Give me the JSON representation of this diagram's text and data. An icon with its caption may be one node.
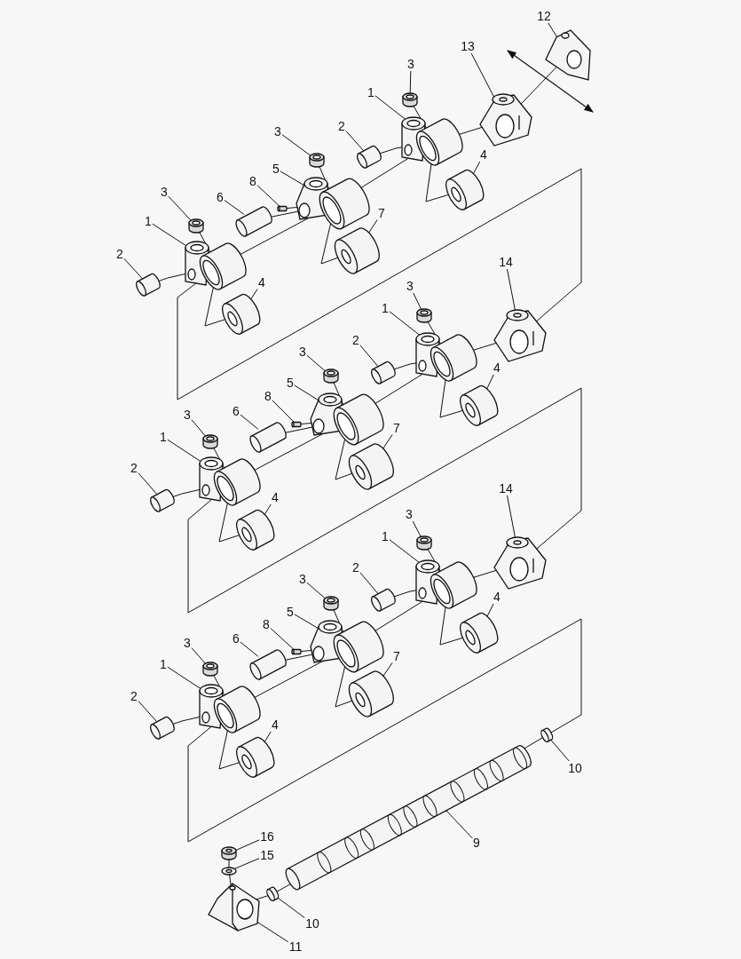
{
  "diagram": {
    "nodes": [
      {
        "text": [
          "12"
        ]
      },
      {
        "text": [
          "13"
        ]
      },
      {
        "text": [
          "3"
        ]
      },
      {
        "text": [
          "1"
        ]
      },
      {
        "text": [
          "2"
        ]
      },
      {
        "text": [
          "4"
        ]
      },
      {
        "text": [
          "3"
        ]
      },
      {
        "text": [
          "5"
        ]
      },
      {
        "text": [
          "8"
        ]
      },
      {
        "text": [
          "6"
        ]
      },
      {
        "text": [
          "7"
        ]
      },
      {
        "text": [
          "3"
        ]
      },
      {
        "text": [
          "1"
        ]
      },
      {
        "text": [
          "2"
        ]
      },
      {
        "text": [
          "4"
        ]
      },
      {
        "text": [
          "14"
        ]
      },
      {
        "text": [
          "3"
        ]
      },
      {
        "text": [
          "1"
        ]
      },
      {
        "text": [
          "2"
        ]
      },
      {
        "text": [
          "4"
        ]
      },
      {
        "text": [
          "3"
        ]
      },
      {
        "text": [
          "5"
        ]
      },
      {
        "text": [
          "8"
        ]
      },
      {
        "text": [
          "6"
        ]
      },
      {
        "text": [
          "7"
        ]
      },
      {
        "text": [
          "3"
        ]
      },
      {
        "text": [
          "1"
        ]
      },
      {
        "text": [
          "2"
        ]
      },
      {
        "text": [
          "4"
        ]
      },
      {
        "text": [
          "14"
        ]
      },
      {
        "text": [
          "3"
        ]
      },
      {
        "text": [
          "1"
        ]
      },
      {
        "text": [
          "2"
        ]
      },
      {
        "text": [
          "4"
        ]
      },
      {
        "text": [
          "3"
        ]
      },
      {
        "text": [
          "5"
        ]
      },
      {
        "text": [
          "8"
        ]
      },
      {
        "text": [
          "6"
        ]
      },
      {
        "text": [
          "7"
        ]
      },
      {
        "text": [
          "3"
        ]
      },
      {
        "text": [
          "1"
        ]
      },
      {
        "text": [
          "2"
        ]
      },
      {
        "text": [
          "4"
        ]
      },
      {
        "text": [
          "10"
        ]
      },
      {
        "text": [
          "9"
        ]
      },
      {
        "text": [
          "16"
        ]
      },
      {
        "text": [
          "15"
        ]
      },
      {
        "text": [
          "10"
        ]
      },
      {
        "text": [
          "11"
        ]
      },
      {
        "text": [],
        "shape": "picture"
      },
      {
        "text": [],
        "shape": "picture"
      },
      {
        "text": [],
        "shape": "cylinder"
      },
      {
        "text": [],
        "shape": "picture"
      },
      {
        "text": [],
        "shape": "picture"
      },
      {
        "text": [],
        "shape": "picture"
      },
      {
        "text": [],
        "shape": "cylinder"
      },
      {
        "text": [],
        "shape": "picture"
      },
      {
        "text": [],
        "shape": "cylinder"
      },
      {
        "text": [],
        "shape": "picture"
      },
      {
        "text": [],
        "shape": "picture"
      },
      {
        "text": [],
        "shape": "cylinder"
      },
      {
        "text": [],
        "shape": "picture"
      },
      {
        "text": [],
        "shape": "picture"
      },
      {
        "text": [],
        "shape": "picture"
      },
      {
        "text": [],
        "shape": "picture"
      },
      {
        "text": [],
        "shape": "cylinder"
      },
      {
        "text": [],
        "shape": "picture"
      },
      {
        "text": [],
        "shape": "picture"
      },
      {
        "text": [],
        "shape": "picture"
      },
      {
        "text": [],
        "shape": "cylinder"
      },
      {
        "text": [],
        "shape": "picture"
      },
      {
        "text": [],
        "shape": "cylinder"
      },
      {
        "text": [],
        "shape": "picture"
      },
      {
        "text": [],
        "shape": "picture"
      },
      {
        "text": [],
        "shape": "cylinder"
      },
      {
        "text": [],
        "shape": "picture"
      },
      {
        "text": [],
        "shape": "picture"
      },
      {
        "text": [],
        "shape": "picture"
      },
      {
        "text": [],
        "shape": "picture"
      },
      {
        "text": [],
        "shape": "cylinder"
      },
      {
        "text": [],
        "shape": "picture"
      },
      {
        "text": [],
        "shape": "picture"
      },
      {
        "text": [],
        "shape": "picture"
      },
      {
        "text": [],
        "shape": "cylinder"
      },
      {
        "text": [],
        "shape": "picture"
      },
      {
        "text": [],
        "shape": "cylinder"
      },
      {
        "text": [],
        "shape": "picture"
      },
      {
        "text": [],
        "shape": "picture"
      },
      {
        "text": [],
        "shape": "cylinder"
      },
      {
        "text": [],
        "shape": "picture"
      },
      {
        "text": [],
        "shape": "picture"
      },
      {
        "text": [],
        "shape": "picture"
      },
      {
        "text": [],
        "shape": "picture"
      },
      {
        "text": [],
        "shape": "picture"
      },
      {
        "text": [],
        "shape": "cylinder"
      },
      {
        "text": [],
        "shape": "picture"
      },
      {
        "text": [],
        "shape": "picture"
      },
      {
        "text": [],
        "shape": "picture"
      }
    ],
    "edges": [
      {
        "from": 0,
        "to": 49,
        "arrow": "none"
      },
      {
        "from": 1,
        "to": 50,
        "arrow": "none"
      },
      {
        "from": 2,
        "to": 51,
        "arrow": "none"
      },
      {
        "from": 3,
        "to": 52,
        "arrow": "none"
      },
      {
        "from": 4,
        "to": 53,
        "arrow": "none"
      },
      {
        "from": 5,
        "to": 54,
        "arrow": "none"
      },
      {
        "from": 6,
        "to": 55,
        "arrow": "none"
      },
      {
        "from": 7,
        "to": 56,
        "arrow": "none"
      },
      {
        "from": 8,
        "to": 57,
        "arrow": "none"
      },
      {
        "from": 9,
        "to": 58,
        "arrow": "none"
      },
      {
        "from": 10,
        "to": 59,
        "arrow": "none"
      },
      {
        "from": 11,
        "to": 60,
        "arrow": "none"
      },
      {
        "from": 12,
        "to": 61,
        "arrow": "none"
      },
      {
        "from": 13,
        "to": 62,
        "arrow": "none"
      },
      {
        "from": 14,
        "to": 63,
        "arrow": "none"
      },
      {
        "from": 15,
        "to": 64,
        "arrow": "none"
      },
      {
        "from": 16,
        "to": 65,
        "arrow": "none"
      },
      {
        "from": 17,
        "to": 66,
        "arrow": "none"
      },
      {
        "from": 18,
        "to": 67,
        "arrow": "none"
      },
      {
        "from": 19,
        "to": 68,
        "arrow": "none"
      },
      {
        "from": 20,
        "to": 69,
        "arrow": "none"
      },
      {
        "from": 21,
        "to": 70,
        "arrow": "none"
      },
      {
        "from": 22,
        "to": 71,
        "arrow": "none"
      },
      {
        "from": 23,
        "to": 72,
        "arrow": "none"
      },
      {
        "from": 24,
        "to": 73,
        "arrow": "none"
      },
      {
        "from": 25,
        "to": 74,
        "arrow": "none"
      },
      {
        "from": 26,
        "to": 75,
        "arrow": "none"
      },
      {
        "from": 27,
        "to": 76,
        "arrow": "none"
      },
      {
        "from": 28,
        "to": 77,
        "arrow": "none"
      },
      {
        "from": 29,
        "to": 78,
        "arrow": "none"
      },
      {
        "from": 30,
        "to": 79,
        "arrow": "none"
      },
      {
        "from": 31,
        "to": 80,
        "arrow": "none"
      },
      {
        "from": 32,
        "to": 81,
        "arrow": "none"
      },
      {
        "from": 33,
        "to": 82,
        "arrow": "none"
      },
      {
        "from": 34,
        "to": 83,
        "arrow": "none"
      },
      {
        "from": 35,
        "to": 84,
        "arrow": "none"
      },
      {
        "from": 36,
        "to": 85,
        "arrow": "none"
      },
      {
        "from": 37,
        "to": 86,
        "arrow": "none"
      },
      {
        "from": 38,
        "to": 87,
        "arrow": "none"
      },
      {
        "from": 39,
        "to": 88,
        "arrow": "none"
      },
      {
        "from": 40,
        "to": 89,
        "arrow": "none"
      },
      {
        "from": 41,
        "to": 90,
        "arrow": "none"
      },
      {
        "from": 42,
        "to": 91,
        "arrow": "none"
      },
      {
        "from": 43,
        "to": 92,
        "arrow": "none"
      },
      {
        "from": 44,
        "to": 93,
        "arrow": "none"
      },
      {
        "from": 45,
        "to": 94,
        "arrow": "none"
      },
      {
        "from": 46,
        "to": 95,
        "arrow": "none"
      },
      {
        "from": 47,
        "to": 96,
        "arrow": "none"
      },
      {
        "from": 48,
        "to": 97,
        "arrow": "none"
      },
      {
        "from": 51,
        "to": 52,
        "arrow": "none"
      },
      {
        "from": 53,
        "to": 52,
        "arrow": "none"
      },
      {
        "from": 52,
        "to": 54,
        "arrow": "none"
      },
      {
        "from": 52,
        "to": 50,
        "arrow": "none"
      },
      {
        "from": 55,
        "to": 56,
        "arrow": "none"
      },
      {
        "from": 57,
        "to": 56,
        "arrow": "none"
      },
      {
        "from": 58,
        "to": 56,
        "arrow": "none"
      },
      {
        "from": 56,
        "to": 59,
        "arrow": "none"
      },
      {
        "from": 56,
        "to": 52,
        "arrow": "none"
      },
      {
        "from": 60,
        "to": 61,
        "arrow": "none"
      },
      {
        "from": 62,
        "to": 61,
        "arrow": "none"
      },
      {
        "from": 61,
        "to": 63,
        "arrow": "none"
      },
      {
        "from": 61,
        "to": 56,
        "arrow": "none"
      },
      {
        "from": 50,
        "to": 49,
        "arrow": "none"
      },
      {
        "from": 65,
        "to": 66,
        "arrow": "none"
      },
      {
        "from": 67,
        "to": 66,
        "arrow": "none"
      },
      {
        "from": 66,
        "to": 68,
        "arrow": "none"
      },
      {
        "from": 66,
        "to": 64,
        "arrow": "none"
      },
      {
        "from": 69,
        "to": 70,
        "arrow": "none"
      },
      {
        "from": 71,
        "to": 70,
        "arrow": "none"
      },
      {
        "from": 72,
        "to": 70,
        "arrow": "none"
      },
      {
        "from": 70,
        "to": 73,
        "arrow": "none"
      },
      {
        "from": 70,
        "to": 66,
        "arrow": "none"
      },
      {
        "from": 74,
        "to": 75,
        "arrow": "none"
      },
      {
        "from": 76,
        "to": 75,
        "arrow": "none"
      },
      {
        "from": 75,
        "to": 77,
        "arrow": "none"
      },
      {
        "from": 75,
        "to": 70,
        "arrow": "none"
      },
      {
        "from": 79,
        "to": 80,
        "arrow": "none"
      },
      {
        "from": 81,
        "to": 80,
        "arrow": "none"
      },
      {
        "from": 80,
        "to": 82,
        "arrow": "none"
      },
      {
        "from": 80,
        "to": 78,
        "arrow": "none"
      },
      {
        "from": 83,
        "to": 84,
        "arrow": "none"
      },
      {
        "from": 85,
        "to": 84,
        "arrow": "none"
      },
      {
        "from": 86,
        "to": 84,
        "arrow": "none"
      },
      {
        "from": 84,
        "to": 87,
        "arrow": "none"
      },
      {
        "from": 84,
        "to": 80,
        "arrow": "none"
      },
      {
        "from": 88,
        "to": 89,
        "arrow": "none"
      },
      {
        "from": 90,
        "to": 89,
        "arrow": "none"
      },
      {
        "from": 89,
        "to": 91,
        "arrow": "none"
      },
      {
        "from": 89,
        "to": 84,
        "arrow": "none"
      },
      {
        "from": 64,
        "to": 61,
        "arrow": "none"
      },
      {
        "from": 78,
        "to": 75,
        "arrow": "none"
      },
      {
        "from": 92,
        "to": 89,
        "arrow": "none"
      },
      {
        "from": 93,
        "to": 92,
        "arrow": "none"
      },
      {
        "from": 93,
        "to": 96,
        "arrow": "none"
      },
      {
        "from": 96,
        "to": 97,
        "arrow": "none"
      },
      {
        "from": 94,
        "to": 95,
        "arrow": "none"
      },
      {
        "from": 95,
        "to": 97,
        "arrow": "none"
      }
    ]
  }
}
